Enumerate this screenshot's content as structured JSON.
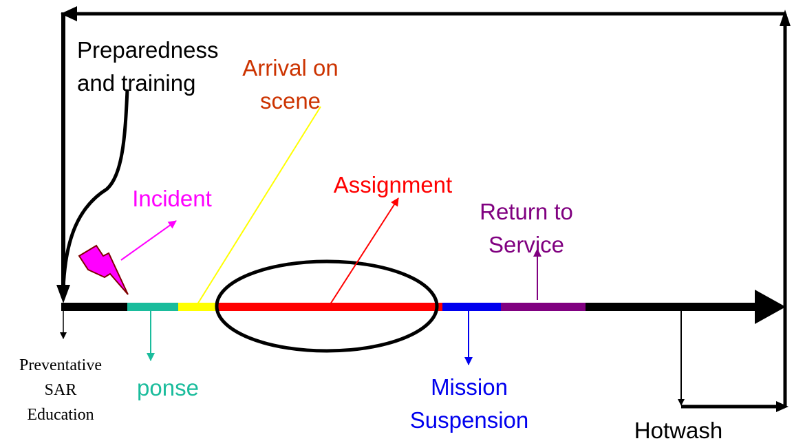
{
  "labels": {
    "preparedness_line1": "Preparedness",
    "preparedness_line2": "and training",
    "arrival_line1": "Arrival on",
    "arrival_line2": "scene",
    "incident": "Incident",
    "assignment": "Assignment",
    "return_line1": "Return to",
    "return_line2": "Service",
    "preventative_line1": "Preventative",
    "preventative_line2": "SAR",
    "preventative_line3": "Education",
    "response": "ponse",
    "mission_line1": "Mission",
    "mission_line2": "Suspension",
    "hotwash": "Hotwash"
  },
  "colors": {
    "timeline": "#000000",
    "response": "#1abc9c",
    "arrival_segment": "#ffff00",
    "arrival_text": "#cc3300",
    "assignment": "#ff0000",
    "mission": "#0000ee",
    "return": "#800080",
    "incident": "#ff00ff",
    "lightning_fill": "#ff00ff",
    "lightning_stroke": "#800000"
  }
}
